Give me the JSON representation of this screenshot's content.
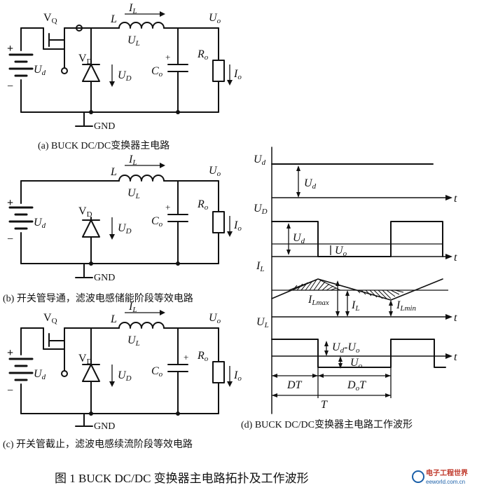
{
  "captions": {
    "a": "(a) BUCK DC/DC变换器主电路",
    "b": "(b) 开关管导通，滤波电感储能阶段等效电路",
    "c": "(c) 开关管截止，滤波电感续流阶段等效电路",
    "d": "(d) BUCK DC/DC变换器主电路工作波形"
  },
  "figure_title": "图 1    BUCK DC/DC 变换器主电路拓扑及工作波形",
  "circuit": {
    "switch": "V",
    "switch_sub": "Q",
    "diode": "V",
    "diode_sub": "D",
    "inductor": "L",
    "inductor_current": "I",
    "inductor_current_sub": "L",
    "inductor_voltage": "U",
    "inductor_voltage_sub": "L",
    "output": "U",
    "output_sub": "o",
    "source": "U",
    "source_sub": "d",
    "diode_voltage": "U",
    "diode_voltage_sub": "D",
    "capacitor": "C",
    "capacitor_sub": "o",
    "load": "R",
    "load_sub": "o",
    "load_current": "I",
    "load_current_sub": "o",
    "ground": "GND",
    "plus": "+",
    "minus": "−"
  },
  "waveforms": {
    "axis_t": "t",
    "ud_axis": "U",
    "ud_axis_sub": "d",
    "ud_level": "U",
    "ud_level_sub": "d",
    "uD_axis": "U",
    "uD_axis_sub": "D",
    "uD_level": "U",
    "uD_level_sub": "d",
    "uo_level": "U",
    "uo_level_sub": "o",
    "il_axis": "I",
    "il_axis_sub": "L",
    "il_max": "I",
    "il_max_sub": "Lmax",
    "il_mid": "I",
    "il_mid_sub": "L",
    "il_min": "I",
    "il_min_sub": "Lmin",
    "uL_axis": "U",
    "uL_axis_sub": "L",
    "uL_pos": "U",
    "uL_pos_sub": "d",
    "uL_pos_rest": "-U",
    "uL_pos_rest_sub": "o",
    "uL_neg": "U",
    "uL_neg_sub": "o",
    "dt": "DT",
    "dot": "D",
    "dot_sub": "o",
    "dot_rest": "T",
    "period": "T"
  },
  "watermark": {
    "cn": "电子工程世界",
    "en": "eeworld.com.cn"
  }
}
